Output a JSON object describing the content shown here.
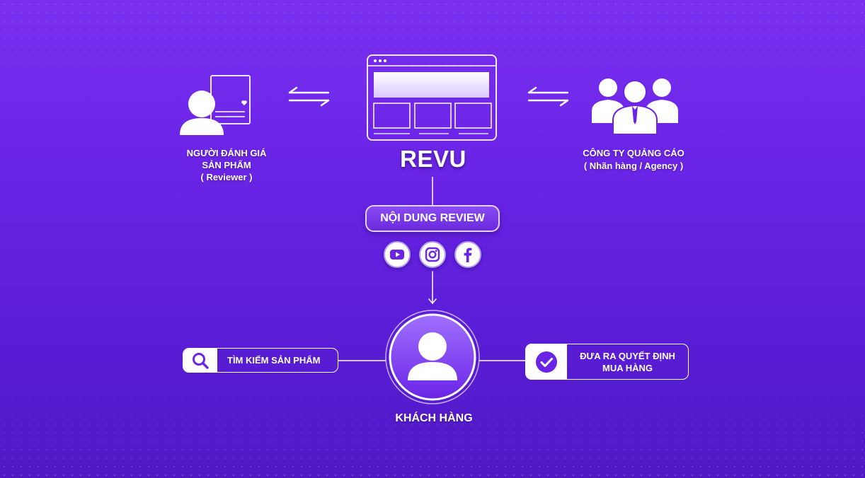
{
  "nodes": {
    "reviewer": {
      "line1": "NGƯỜI ĐÁNH GIÁ",
      "line2": "SẢN PHẨM",
      "line3": "( Reviewer )",
      "icon": "reviewer-icon"
    },
    "platform": {
      "title": "REVU",
      "icon": "browser-window-icon"
    },
    "agency": {
      "line1": "CÔNG TY QUẢNG CÁO",
      "line2": "( Nhãn hàng /  Agency )",
      "icon": "people-group-icon"
    },
    "content": {
      "label": "NỘI DUNG REVIEW"
    },
    "channels": [
      "youtube-icon",
      "instagram-icon",
      "facebook-icon"
    ],
    "customer": {
      "label": "KHÁCH HÀNG",
      "icon": "user-icon"
    },
    "search": {
      "label": "TÌM KIẾM SẢN PHẨM",
      "icon": "search-icon"
    },
    "decision": {
      "line1": "ĐƯA RA QUYẾT ĐỊNH",
      "line2": "MUA HÀNG",
      "icon": "check-circle-icon"
    }
  },
  "edges": [
    {
      "from": "reviewer",
      "to": "platform",
      "type": "bidirectional"
    },
    {
      "from": "agency",
      "to": "platform",
      "type": "bidirectional"
    },
    {
      "from": "platform",
      "to": "content",
      "type": "line"
    },
    {
      "from": "content",
      "to": "customer",
      "type": "arrow"
    },
    {
      "from": "search",
      "to": "customer",
      "type": "line"
    },
    {
      "from": "customer",
      "to": "decision",
      "type": "line"
    }
  ],
  "colors": {
    "bg_top": "#7a2ff0",
    "bg_bottom": "#4f19c4",
    "accent": "#6a24e6",
    "line": "#ffffff"
  }
}
